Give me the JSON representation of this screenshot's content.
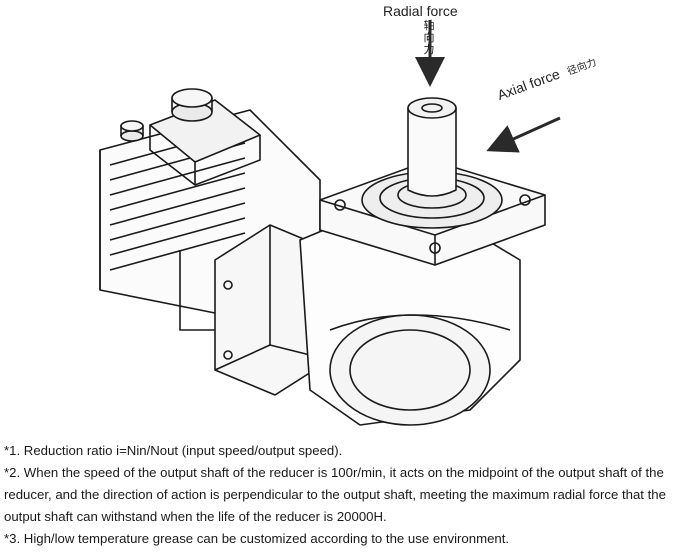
{
  "labels": {
    "radial_force_en": "Radial force",
    "radial_force_cn": "轴向力",
    "axial_force_en": "Axial force",
    "axial_force_cn": "径向力"
  },
  "notes": [
    "*1. Reduction ratio i=Nin/Nout (input speed/output speed).",
    "*2. When the speed of the output shaft of the reducer is 100r/min, it acts on the midpoint of the output shaft of the reducer, and the direction of action is perpendicular to the output shaft, meeting the maximum radial force that the output shaft can withstand when the life of the reducer is 20000H.",
    "*3. High/low temperature grease can be customized according to the use environment."
  ],
  "colors": {
    "line": "#1a1a1a",
    "arrow": "#2a2a2a",
    "background": "#ffffff"
  }
}
